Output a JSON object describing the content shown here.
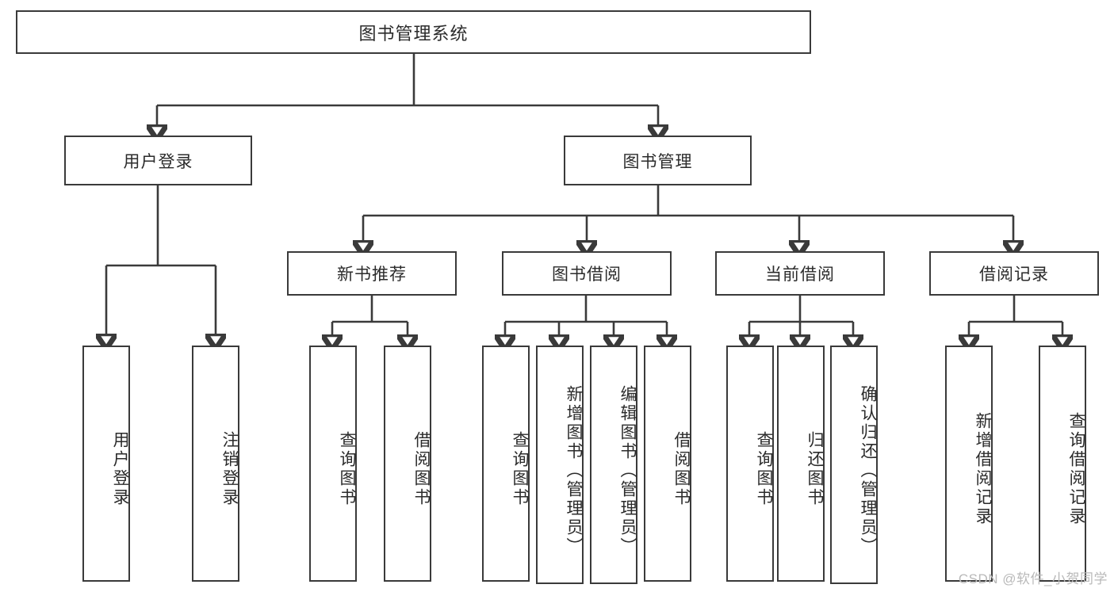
{
  "diagram": {
    "type": "tree",
    "title": "图书管理系统",
    "watermark": "CSDN @软件_小贺同学",
    "colors": {
      "stroke": "#3a3a3a",
      "fill": "#ffffff",
      "text": "#2b2b2b",
      "watermark": "#b9b9b9"
    },
    "levels": {
      "root": [
        "图书管理系统"
      ],
      "level2": [
        "用户登录",
        "图书管理"
      ],
      "level3": [
        "新书推荐",
        "图书借阅",
        "当前借阅",
        "借阅记录"
      ],
      "leaves": [
        "用户登录",
        "注销登录",
        "查询图书",
        "借阅图书",
        "查询图书",
        "新增图书（管理员）",
        "编辑图书（管理员）",
        "借阅图书",
        "查询图书",
        "归还图书",
        "确认归还（管理员）",
        "新增借阅记录",
        "查询借阅记录"
      ]
    },
    "nodes": {
      "root": {
        "label": "图书管理系统"
      },
      "user_login": {
        "label": "用户登录"
      },
      "book_manage": {
        "label": "图书管理"
      },
      "new_book_rec": {
        "label": "新书推荐"
      },
      "book_borrow": {
        "label": "图书借阅"
      },
      "current_borrow": {
        "label": "当前借阅"
      },
      "borrow_record": {
        "label": "借阅记录"
      },
      "leaf_user_login": {
        "label": "用户登录"
      },
      "leaf_logout": {
        "label": "注销登录"
      },
      "leaf_query_book_1": {
        "label": "查询图书"
      },
      "leaf_borrow_book_1": {
        "label": "借阅图书"
      },
      "leaf_query_book_2": {
        "label": "查询图书"
      },
      "leaf_add_book": {
        "label": "新增图书（管理员）"
      },
      "leaf_edit_book": {
        "label": "编辑图书（管理员）"
      },
      "leaf_borrow_book_2": {
        "label": "借阅图书"
      },
      "leaf_query_book_3": {
        "label": "查询图书"
      },
      "leaf_return_book": {
        "label": "归还图书"
      },
      "leaf_confirm_return": {
        "label": "确认归还（管理员）"
      },
      "leaf_add_record": {
        "label": "新增借阅记录"
      },
      "leaf_query_record": {
        "label": "查询借阅记录"
      }
    },
    "edges": [
      {
        "from": "root",
        "to": "user_login"
      },
      {
        "from": "root",
        "to": "book_manage"
      },
      {
        "from": "user_login",
        "to": "leaf_user_login"
      },
      {
        "from": "user_login",
        "to": "leaf_logout"
      },
      {
        "from": "book_manage",
        "to": "new_book_rec"
      },
      {
        "from": "book_manage",
        "to": "book_borrow"
      },
      {
        "from": "book_manage",
        "to": "current_borrow"
      },
      {
        "from": "book_manage",
        "to": "borrow_record"
      },
      {
        "from": "new_book_rec",
        "to": "leaf_query_book_1"
      },
      {
        "from": "new_book_rec",
        "to": "leaf_borrow_book_1"
      },
      {
        "from": "book_borrow",
        "to": "leaf_query_book_2"
      },
      {
        "from": "book_borrow",
        "to": "leaf_add_book"
      },
      {
        "from": "book_borrow",
        "to": "leaf_edit_book"
      },
      {
        "from": "book_borrow",
        "to": "leaf_borrow_book_2"
      },
      {
        "from": "current_borrow",
        "to": "leaf_query_book_3"
      },
      {
        "from": "current_borrow",
        "to": "leaf_return_book"
      },
      {
        "from": "current_borrow",
        "to": "leaf_confirm_return"
      },
      {
        "from": "borrow_record",
        "to": "leaf_add_record"
      },
      {
        "from": "borrow_record",
        "to": "leaf_query_record"
      }
    ]
  }
}
